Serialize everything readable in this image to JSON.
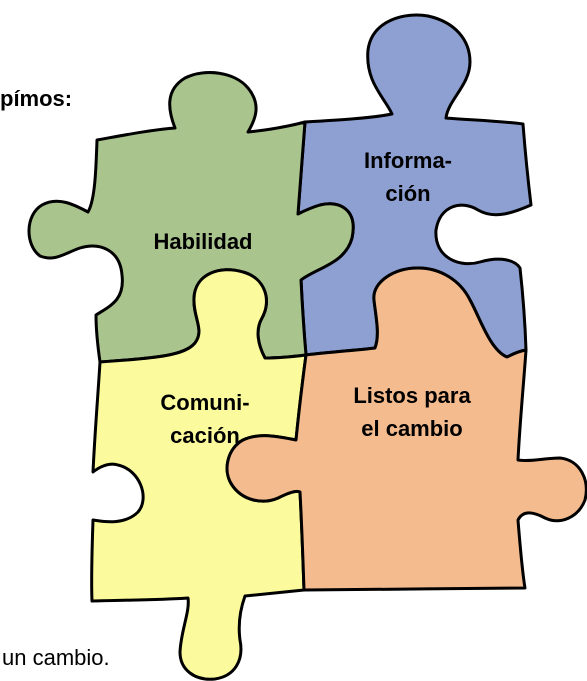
{
  "header_text": "pímos:",
  "footer_text": "un cambio.",
  "pieces": [
    {
      "id": "informacion",
      "label_line1": "Informa-",
      "label_line2": "ción",
      "color": "#8ea0d2"
    },
    {
      "id": "habilidad",
      "label_line1": "Habilidad",
      "label_line2": "",
      "color": "#a9c48c"
    },
    {
      "id": "comunicacion",
      "label_line1": "Comuni-",
      "label_line2": "cación",
      "color": "#fbfb9e"
    },
    {
      "id": "listos",
      "label_line1": "Listos para",
      "label_line2": "el cambio",
      "color": "#f4bb8e"
    }
  ]
}
